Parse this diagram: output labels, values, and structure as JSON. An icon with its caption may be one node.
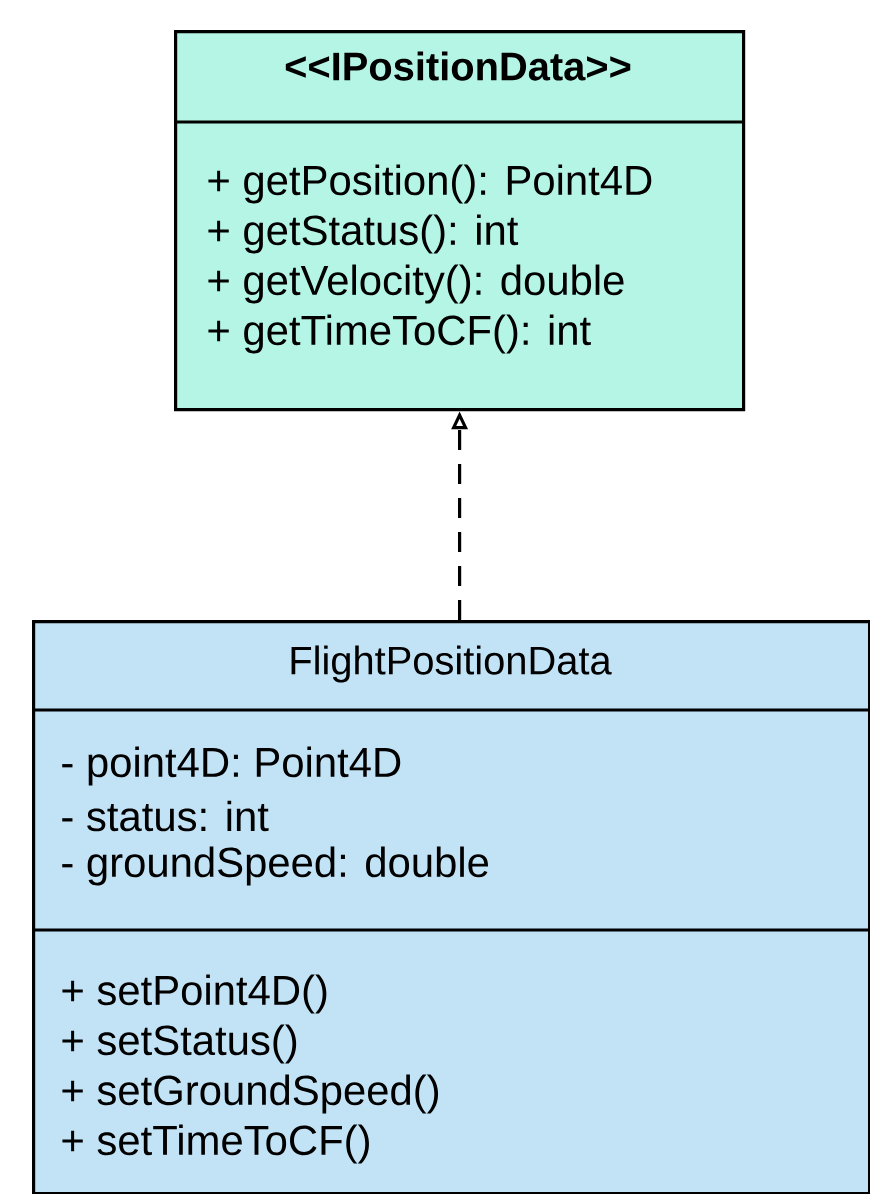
{
  "diagram": {
    "nodes": [
      {
        "text": [
          "<<IPositionData>>",
          "+ getPosition(): Point4D",
          "+ getStatus(): int",
          "+ getVelocity(): double",
          "+ getTimeToCF(): int"
        ]
      },
      {
        "text": [
          "FlightPositionData",
          "- point4D: Point4D",
          "- status: int",
          "- groundSpeed: double",
          "+ setPoint4D()",
          "+ setStatus()",
          "+ setGroundSpeed()",
          "+ setTimeToCF()"
        ]
      }
    ],
    "edges": [
      {
        "from": 1,
        "to": 0,
        "arrow": "to",
        "style": "dashed"
      }
    ]
  }
}
